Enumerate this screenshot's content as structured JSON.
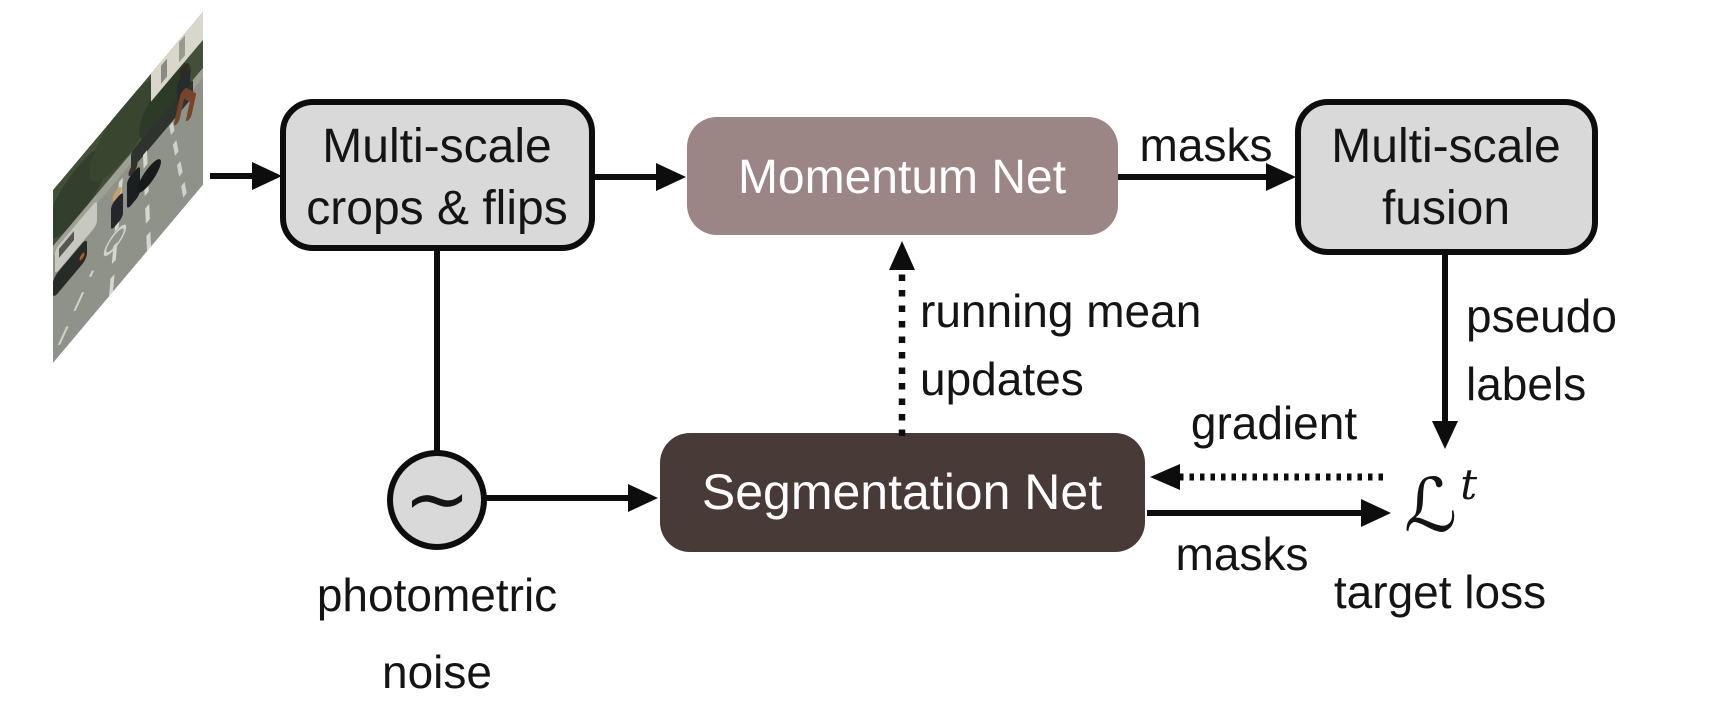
{
  "colors": {
    "bg": "#ffffff",
    "ink": "#0d0d0d",
    "text": "#141414",
    "white_text": "#ffffff",
    "box_gray": "#d9d9d9",
    "momentum": "#9b8585",
    "segmentation": "#483a37"
  },
  "nodes": {
    "crops": {
      "line1": "Multi-scale",
      "line2": "crops & flips"
    },
    "momentum": {
      "label": "Momentum Net"
    },
    "fusion": {
      "line1": "Multi-scale",
      "line2": "fusion"
    },
    "noise_source": {
      "symbol": "∼",
      "caption_line1": "photometric",
      "caption_line2": "noise"
    },
    "segmentation": {
      "label": "Segmentation Net"
    },
    "loss": {
      "symbol": "ℒ",
      "superscript": "t",
      "caption": "target loss"
    }
  },
  "edges": {
    "masks_top": "masks",
    "pseudo_line1": "pseudo",
    "pseudo_line2": "labels",
    "running_line1": "running mean",
    "running_line2": "updates",
    "gradient": "gradient",
    "masks_bottom": "masks"
  }
}
